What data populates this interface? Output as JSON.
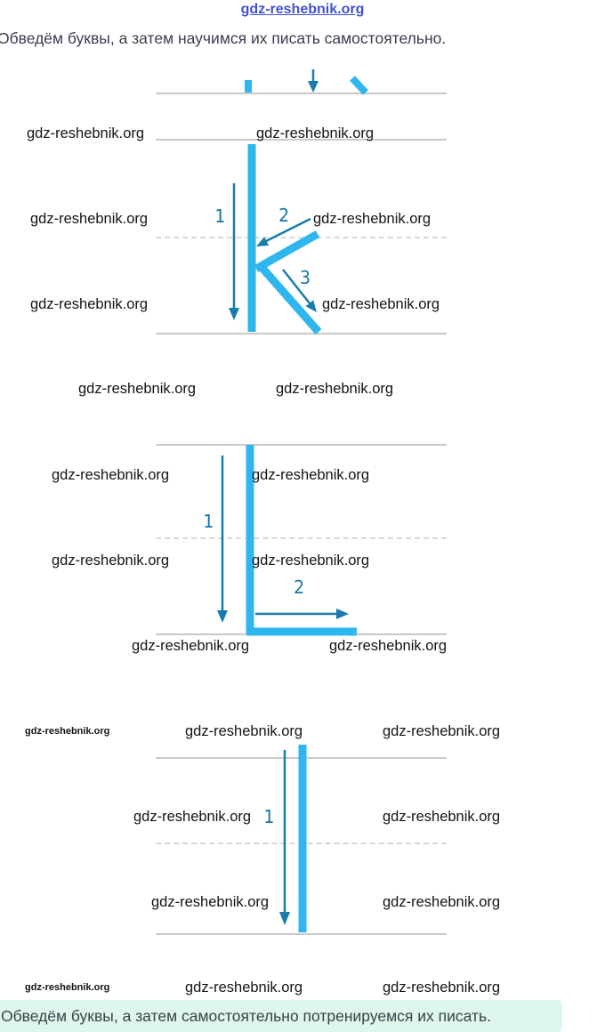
{
  "page": {
    "header_link": "gdz-reshebnik.org",
    "watermark": "gdz-reshebnik.org",
    "instruction_top": "Обведём буквы, а затем научимся их писать самостоятельно.",
    "instruction_bottom": "Обведём буквы, а затем самостоятельно потренируемся их писать."
  },
  "colors": {
    "letter_stroke": "#2fb6ee",
    "arrow": "#1a7cab",
    "guide_line": "#c9c9c9",
    "guide_dash": "#d8d8d8",
    "banner_background": "#def6eb",
    "header_link": "#4353cf"
  },
  "diagrams": [
    {
      "name": "letter-k",
      "steps": [
        "1",
        "2",
        "3"
      ]
    },
    {
      "name": "letter-l-corner",
      "steps": [
        "1",
        "2"
      ]
    },
    {
      "name": "letter-stick",
      "steps": [
        "1"
      ]
    }
  ]
}
